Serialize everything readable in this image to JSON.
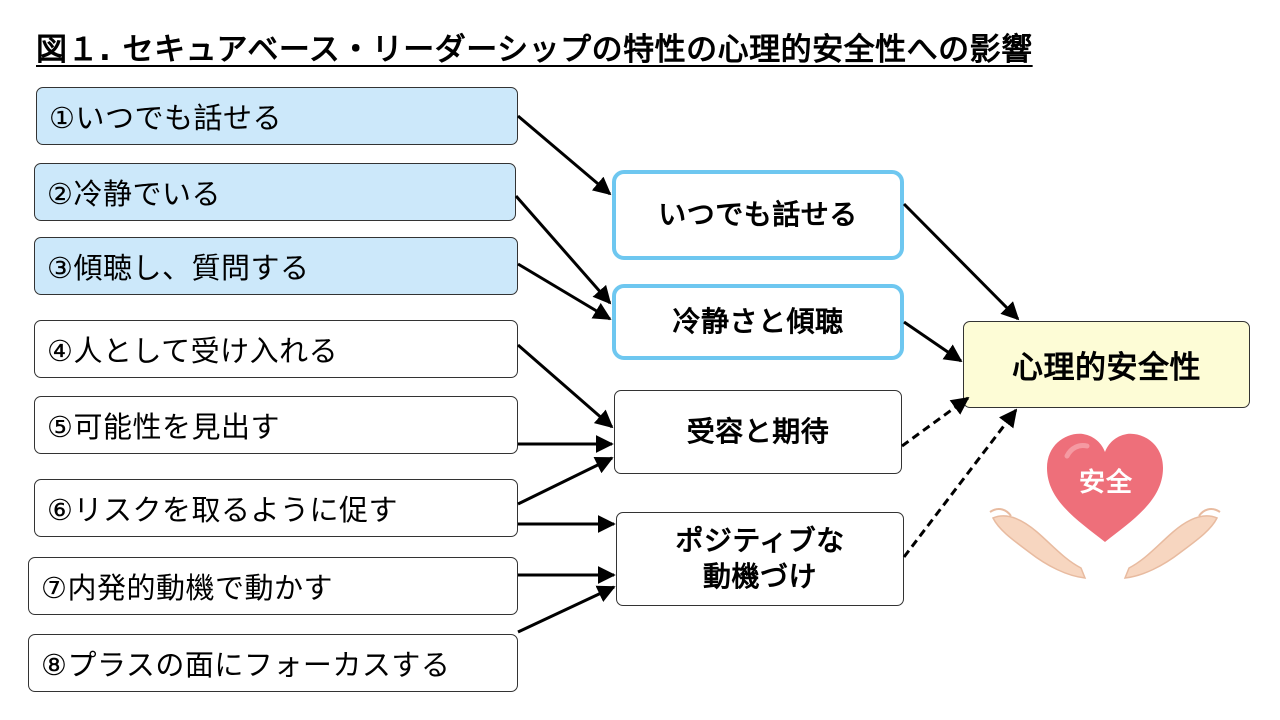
{
  "title": "図１. セキュアベース・リーダーシップの特性の心理的安全性への影響",
  "traits": [
    {
      "label": "①いつでも話せる",
      "highlighted": true
    },
    {
      "label": "②冷静でいる",
      "highlighted": true
    },
    {
      "label": "③傾聴し、質問する",
      "highlighted": true
    },
    {
      "label": "④人として受け入れる",
      "highlighted": false
    },
    {
      "label": "⑤可能性を見出す",
      "highlighted": false
    },
    {
      "label": "⑥リスクを取るように促す",
      "highlighted": false
    },
    {
      "label": "⑦内発的動機で動かす",
      "highlighted": false
    },
    {
      "label": "⑧プラスの面にフォーカスする",
      "highlighted": false
    }
  ],
  "categories": [
    {
      "lines": [
        "いつでも話せる"
      ],
      "highlighted": true,
      "link": "solid"
    },
    {
      "lines": [
        "冷静さと傾聴"
      ],
      "highlighted": true,
      "link": "solid"
    },
    {
      "lines": [
        "受容と期待"
      ],
      "highlighted": false,
      "link": "dashed"
    },
    {
      "lines": [
        "ポジティブな",
        "動機づけ"
      ],
      "highlighted": false,
      "link": "dashed"
    }
  ],
  "target": {
    "label": "心理的安全性"
  },
  "illustration": {
    "name": "heart-in-hands",
    "badge": "安全"
  },
  "colors": {
    "highlight_fill": "#cce8fa",
    "highlight_border": "#6ec7f0",
    "target_fill": "#fdfcd6",
    "heart": "#ee6f7a",
    "hands": "#f7d6c0"
  }
}
